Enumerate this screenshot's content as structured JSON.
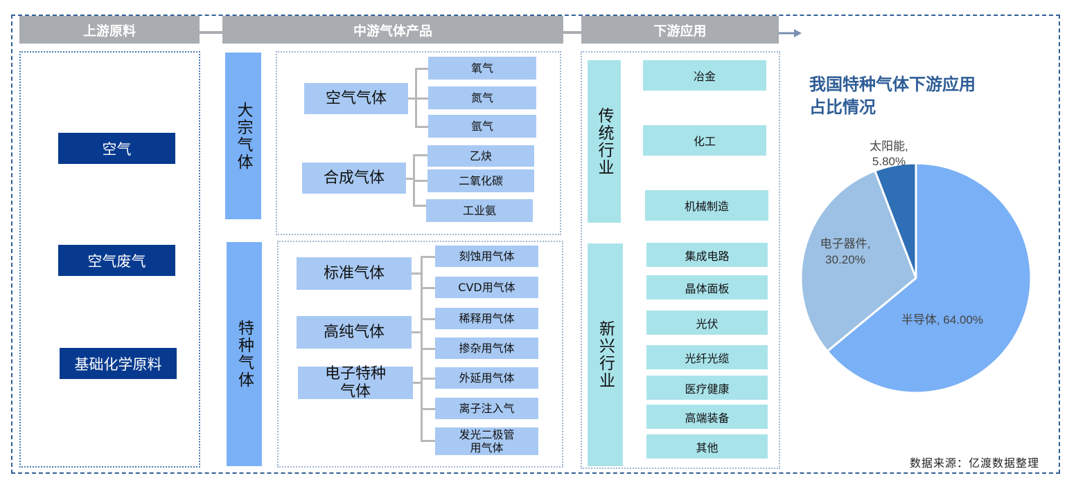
{
  "headers": {
    "upstream": "上游原料",
    "midstream": "中游气体产品",
    "downstream": "下游应用"
  },
  "upstream_items": [
    "空气",
    "空气废气",
    "基础化学原料"
  ],
  "midstream": {
    "bulk_label": "大宗气体",
    "air_gas": {
      "label": "空气气体",
      "items": [
        "氧气",
        "氮气",
        "氩气"
      ]
    },
    "synthetic_gas": {
      "label": "合成气体",
      "items": [
        "乙炔",
        "二氧化碳",
        "工业氨"
      ]
    },
    "special_label": "特种气体",
    "special_categories": [
      "标准气体",
      "高纯气体",
      "电子特种\n气体"
    ],
    "special_items": [
      "刻蚀用气体",
      "CVD用气体",
      "稀释用气体",
      "掺杂用气体",
      "外延用气体",
      "离子注入气",
      "发光二极管\n用气体"
    ]
  },
  "downstream": {
    "traditional_label": "传统行业",
    "traditional_items": [
      "冶金",
      "化工",
      "机械制造"
    ],
    "emerging_label": "新兴行业",
    "emerging_items": [
      "集成电路",
      "晶体面板",
      "光伏",
      "光纤光缆",
      "医疗健康",
      "高端装备",
      "其他"
    ]
  },
  "pie_title": "我国特种气体下游应用\n占比情况",
  "chart_data": {
    "type": "pie",
    "title": "我国特种气体下游应用占比情况",
    "slices": [
      {
        "label": "半导体, 64.00%",
        "name": "半导体",
        "value": 64.0,
        "color": "#7ab0f5"
      },
      {
        "label": "电子器件,\n30.20%",
        "name": "电子器件",
        "value": 30.2,
        "color": "#9dc1e4"
      },
      {
        "label": "太阳能,\n5.80%",
        "name": "太阳能",
        "value": 5.8,
        "color": "#2e6fb5"
      }
    ]
  },
  "source": "数据来源：亿渡数据整理"
}
